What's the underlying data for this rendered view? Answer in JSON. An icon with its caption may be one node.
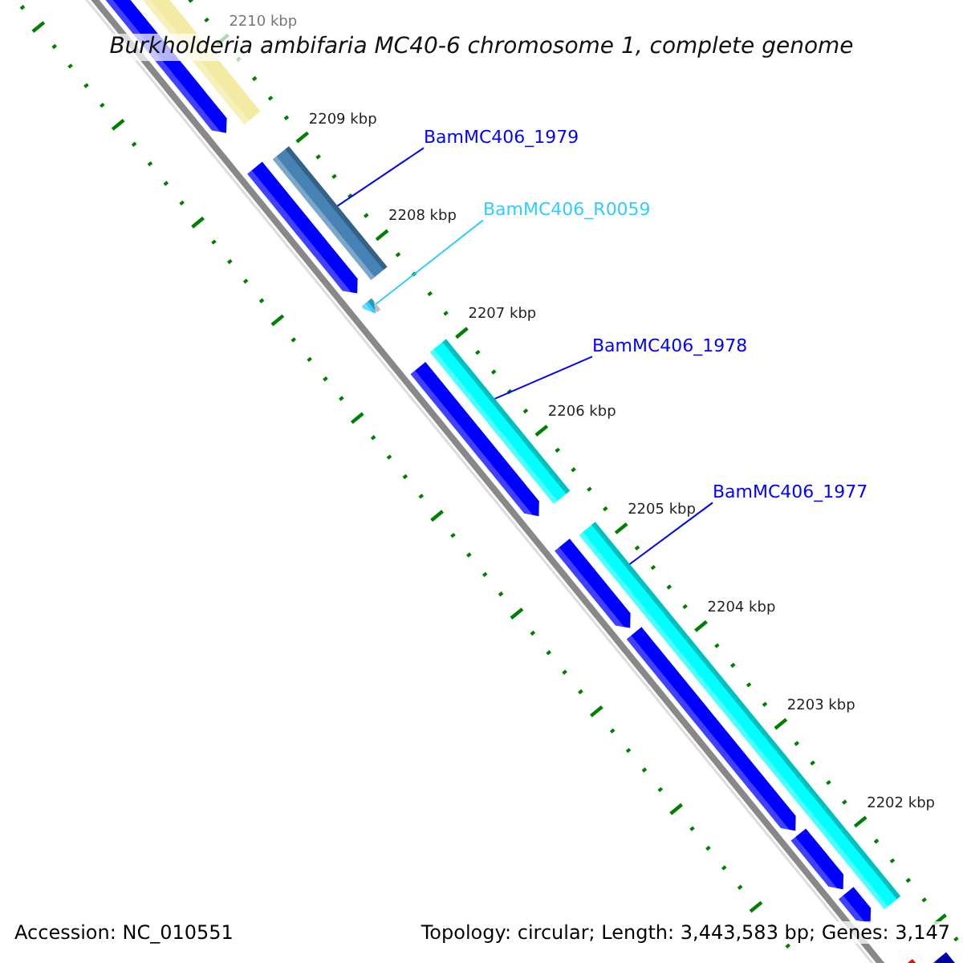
{
  "diagram": {
    "title": "Burkholderia ambifaria MC40-6 chromosome 1, complete genome",
    "nodes": [
      {
        "text": [
          "BamMC406_1979"
        ]
      },
      {
        "text": [],
        "shape": "bar"
      },
      {
        "text": [
          "BamMC406_R0059"
        ]
      },
      {
        "text": [],
        "shape": "bar"
      },
      {
        "text": [
          "BamMC406_1978"
        ]
      },
      {
        "text": [],
        "shape": "bar"
      },
      {
        "text": [
          "BamMC406_1977"
        ]
      },
      {
        "text": [],
        "shape": "bar"
      }
    ],
    "edges": [
      {
        "from": 0,
        "to": 1,
        "arrow": "none"
      },
      {
        "from": 2,
        "to": 3,
        "arrow": "none",
        "color": "#33ccff"
      },
      {
        "from": 4,
        "to": 5,
        "arrow": "none"
      },
      {
        "from": 6,
        "to": 7,
        "arrow": "none"
      }
    ],
    "labels": [
      "2210 kbp",
      "2209 kbp",
      "2208 kbp",
      "2207 kbp",
      "2206 kbp",
      "2205 kbp",
      "2204 kbp",
      "2203 kbp",
      "2202 kbp",
      "Accession: NC_010551",
      "Topology: circular; Length: 3,443,583 bp; Genes: 3,147"
    ]
  }
}
